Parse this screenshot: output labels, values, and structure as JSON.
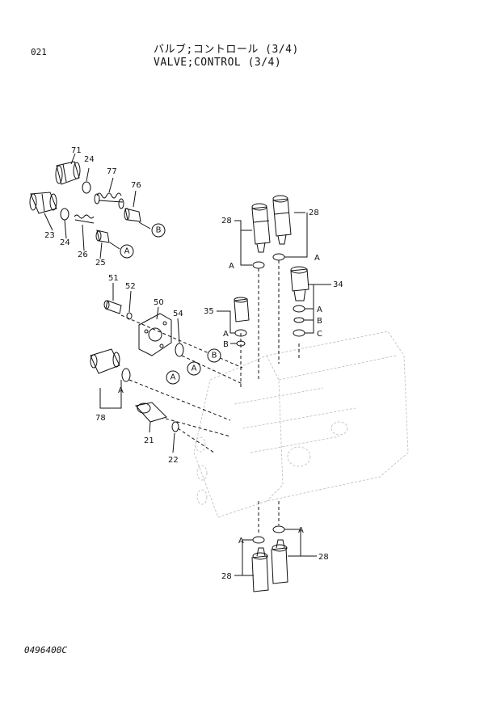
{
  "header": {
    "page_number": "021",
    "title_jp": "バルブ;コントロール (3/4)",
    "title_en": "VALVE;CONTROL (3/4)"
  },
  "footer": {
    "doc_code": "0496400C"
  },
  "parts": {
    "p71": "71",
    "p24a": "24",
    "p77": "77",
    "p76": "76",
    "p23": "23",
    "p24b": "24",
    "p26": "26",
    "p25": "25",
    "p51": "51",
    "p52": "52",
    "p50": "50",
    "p54": "54",
    "p78": "78",
    "p21": "21",
    "p22": "22",
    "p35": "35",
    "p28_ul": "28",
    "p28_ur": "28",
    "p34": "34",
    "p28_ll": "28",
    "p28_lr": "28"
  },
  "refs": {
    "A": "A",
    "B": "B",
    "C": "C"
  }
}
